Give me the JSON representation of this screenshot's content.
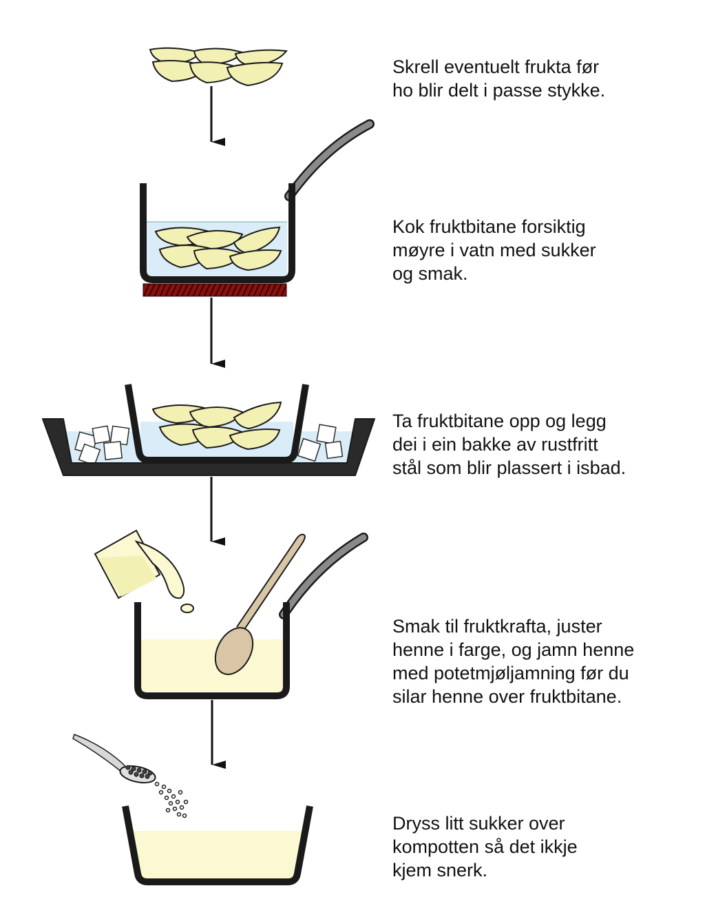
{
  "steps": [
    {
      "lines": [
        "Skrell eventuelt frukta før",
        "ho blir delt i passe stykke."
      ]
    },
    {
      "lines": [
        "Kok fruktbitane forsiktig",
        "møyre i vatn med sukker",
        "og smak."
      ]
    },
    {
      "lines": [
        "Ta fruktbitane opp og legg",
        "dei i ein bakke av rustfritt",
        "stål som blir plassert i isbad."
      ]
    },
    {
      "lines": [
        "Smak til fruktkrafta, juster",
        "henne i farge, og jamn henne",
        "med potetmjøljamning før du",
        "silar henne over fruktbitane."
      ]
    },
    {
      "lines": [
        "Dryss litt sukker over",
        "kompotten så det ikkje",
        "kjem snerk."
      ]
    }
  ],
  "colors": {
    "outline": "#1a1a1a",
    "fruit": "#f3f0b4",
    "water": "#d9ecf7",
    "liquid": "#fbf8d2",
    "spoon_wood": "#d8c6a6",
    "handle": "#7a7a7a",
    "burner": "#8b1010"
  }
}
